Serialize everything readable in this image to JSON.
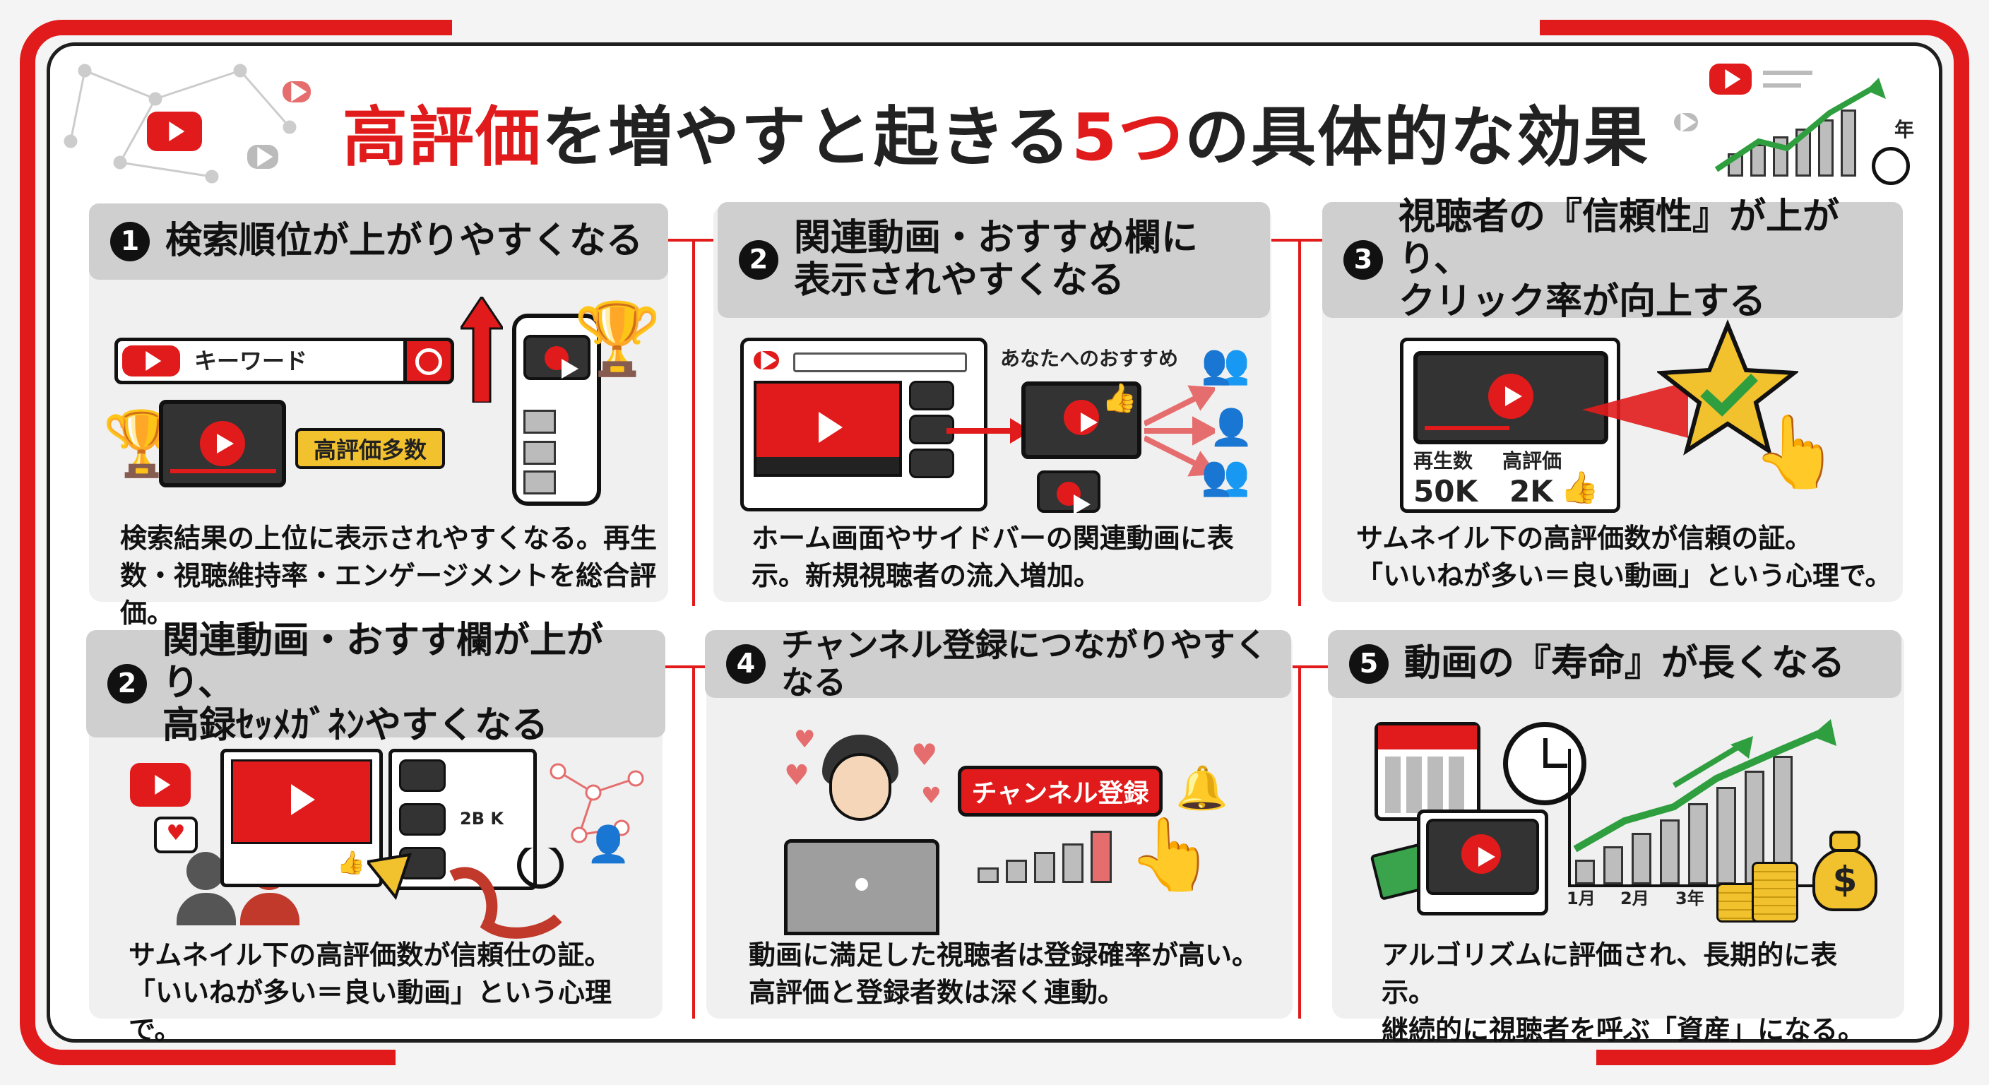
{
  "title": {
    "part1": "高評価",
    "part2": "を増やすと起きる",
    "part3": "5つ",
    "part4": "の具体的な効果"
  },
  "corner_year": "年",
  "colors": {
    "accent": "#e11b1b",
    "header_bg": "#cfcfcf",
    "panel_bg": "#f0f0f0",
    "ink": "#111111",
    "gold": "#f2c12e",
    "green": "#2e9e3e"
  },
  "panels": [
    {
      "num": "1",
      "header": "検索順位が上がりやすくなる",
      "illus": {
        "search_text": "キーワード",
        "badge": "高評価多数"
      },
      "desc1": "検索結果の上位に表示されやすくなる。再生",
      "desc2": "数・視聴維持率・エンゲージメントを総合評価。"
    },
    {
      "num": "2",
      "header1": "関連動画・おすすめ欄に",
      "header2": "表示されやすくなる",
      "illus": {
        "rec_label": "あなたへのおすすめ"
      },
      "desc1": "ホーム画面やサイドバーの関連動画に表",
      "desc2": "示。新規視聴者の流入増加。"
    },
    {
      "num": "3",
      "header1": "視聴者の『信頼性』が上がり、",
      "header2": "クリック率が向上する",
      "illus": {
        "views_label": "再生数",
        "views_value": "50K",
        "likes_label": "高評価",
        "likes_value": "2K"
      },
      "desc1": "サムネイル下の高評価数が信頼の証。",
      "desc2": "「いいねが多い＝良い動画」という心理で。"
    },
    {
      "num": "2",
      "header1": "関連動画・おすす欄が上がり、",
      "header2": "高録ｾｯﾒｶﾞﾈﾝやすくなる",
      "illus": {
        "like_count": "2B K"
      },
      "desc1": "サムネイル下の高評価数が信頼仕の証。",
      "desc2": "「いいねが多い＝良い動画」という心理で。"
    },
    {
      "num": "4",
      "header": "チャンネル登録につながりやすくなる",
      "illus": {
        "subscribe": "チャンネル登録"
      },
      "desc1": "動画に満足した視聴者は登録確率が高い。",
      "desc2": "高評価と登録者数は深く連動。"
    },
    {
      "num": "5",
      "header": "動画の『寿命』が長くなる",
      "illus": {
        "months": [
          "1月",
          "2月",
          "3年"
        ],
        "bar_levels": [
          0.18,
          0.28,
          0.38,
          0.48,
          0.6,
          0.72,
          0.84,
          0.95
        ]
      },
      "desc1": "アルゴリズムに評価され、長期的に表示。",
      "desc2": "継続的に視聴者を呼ぶ「資産」になる。"
    }
  ],
  "corner_chart": {
    "bar_levels": [
      0.3,
      0.42,
      0.52,
      0.62,
      0.74,
      0.86
    ]
  }
}
